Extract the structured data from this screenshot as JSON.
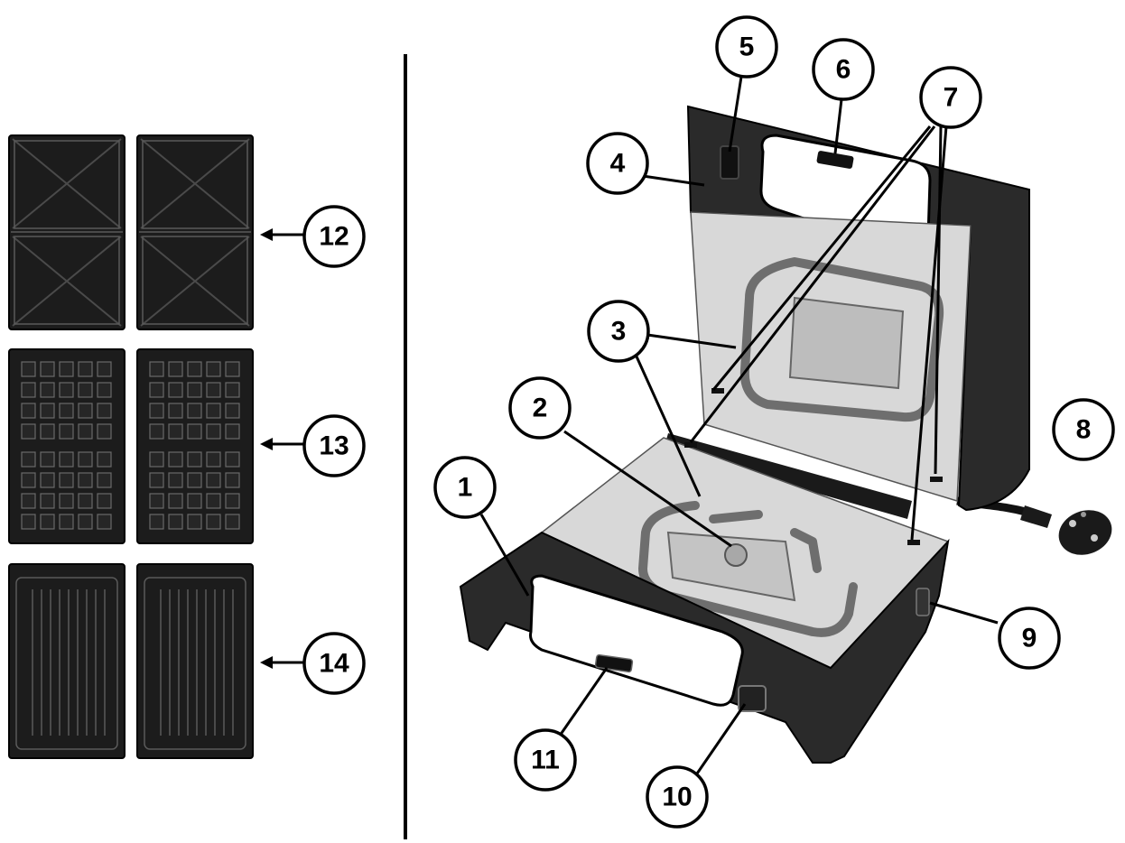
{
  "figure": {
    "callouts": [
      {
        "id": "1",
        "label": "1"
      },
      {
        "id": "2",
        "label": "2"
      },
      {
        "id": "3",
        "label": "3"
      },
      {
        "id": "4",
        "label": "4"
      },
      {
        "id": "5",
        "label": "5"
      },
      {
        "id": "6",
        "label": "6"
      },
      {
        "id": "7",
        "label": "7"
      },
      {
        "id": "8",
        "label": "8"
      },
      {
        "id": "9",
        "label": "9"
      },
      {
        "id": "10",
        "label": "10"
      },
      {
        "id": "11",
        "label": "11"
      },
      {
        "id": "12",
        "label": "12"
      },
      {
        "id": "13",
        "label": "13"
      },
      {
        "id": "14",
        "label": "14"
      }
    ],
    "plate_sets": [
      {
        "name": "sandwich-plates",
        "callout": "12"
      },
      {
        "name": "waffle-plates",
        "callout": "13"
      },
      {
        "name": "grill-plates",
        "callout": "14"
      }
    ],
    "colors": {
      "ink": "#000000",
      "plate": "#1c1c1c",
      "metal": "#d8d8d8",
      "housing": "#2a2a2a"
    }
  }
}
